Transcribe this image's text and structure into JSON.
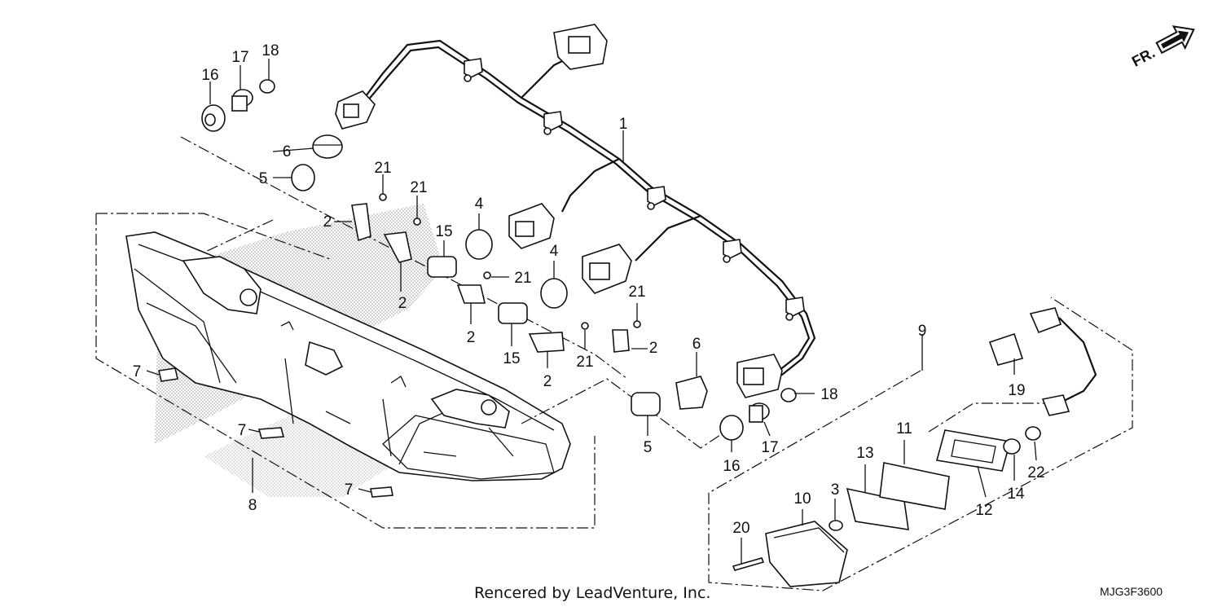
{
  "diagram_code": "MJG3F3600",
  "credit": "Rencered by LeadVenture, Inc.",
  "direction_marker": "FR.",
  "callouts": [
    {
      "key": "c1",
      "text": "1"
    },
    {
      "key": "c2a",
      "text": "2"
    },
    {
      "key": "c2b",
      "text": "2"
    },
    {
      "key": "c2c",
      "text": "2"
    },
    {
      "key": "c2d",
      "text": "2"
    },
    {
      "key": "c2e",
      "text": "2"
    },
    {
      "key": "c3",
      "text": "3"
    },
    {
      "key": "c4a",
      "text": "4"
    },
    {
      "key": "c4b",
      "text": "4"
    },
    {
      "key": "c5a",
      "text": "5"
    },
    {
      "key": "c5b",
      "text": "5"
    },
    {
      "key": "c6a",
      "text": "6"
    },
    {
      "key": "c6b",
      "text": "6"
    },
    {
      "key": "c7a",
      "text": "7"
    },
    {
      "key": "c7b",
      "text": "7"
    },
    {
      "key": "c7c",
      "text": "7"
    },
    {
      "key": "c8",
      "text": "8"
    },
    {
      "key": "c9",
      "text": "9"
    },
    {
      "key": "c10",
      "text": "10"
    },
    {
      "key": "c11",
      "text": "11"
    },
    {
      "key": "c12",
      "text": "12"
    },
    {
      "key": "c13",
      "text": "13"
    },
    {
      "key": "c14",
      "text": "14"
    },
    {
      "key": "c15a",
      "text": "15"
    },
    {
      "key": "c15b",
      "text": "15"
    },
    {
      "key": "c16a",
      "text": "16"
    },
    {
      "key": "c16b",
      "text": "16"
    },
    {
      "key": "c17a",
      "text": "17"
    },
    {
      "key": "c17b",
      "text": "17"
    },
    {
      "key": "c18a",
      "text": "18"
    },
    {
      "key": "c18b",
      "text": "18"
    },
    {
      "key": "c19",
      "text": "19"
    },
    {
      "key": "c20",
      "text": "20"
    },
    {
      "key": "c21a",
      "text": "21"
    },
    {
      "key": "c21b",
      "text": "21"
    },
    {
      "key": "c21c",
      "text": "21"
    },
    {
      "key": "c21d",
      "text": "21"
    },
    {
      "key": "c21e",
      "text": "21"
    },
    {
      "key": "c22",
      "text": "22"
    }
  ]
}
